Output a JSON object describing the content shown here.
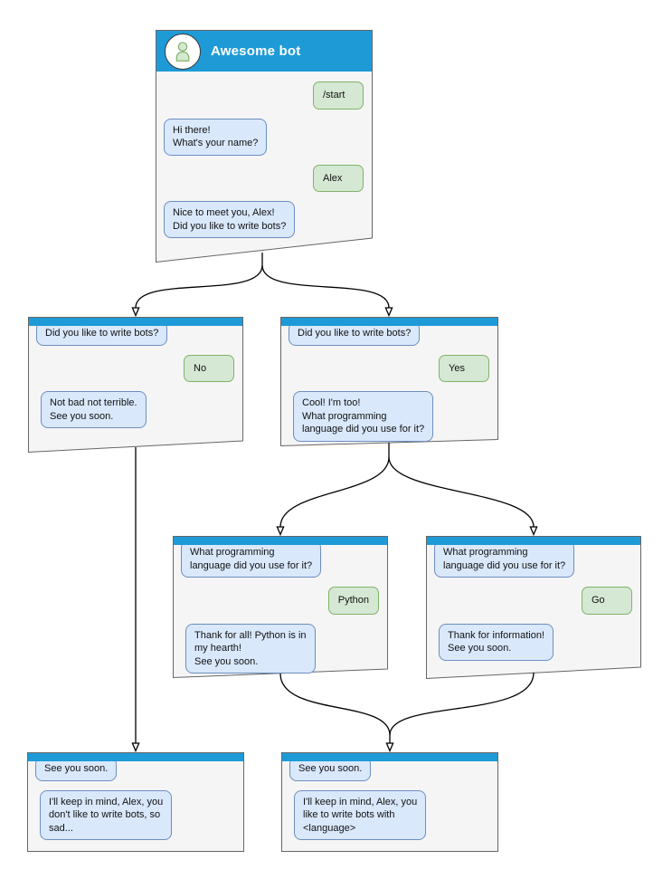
{
  "diagram_title": "Chat bot conversation flowchart",
  "colors": {
    "header_blue": "#1E9BD7",
    "card_fill": "#F5F5F5",
    "card_stroke": "#666666",
    "bot_fill": "#DAE8FC",
    "bot_stroke": "#6C8EBF",
    "user_fill": "#D5E8D4",
    "user_stroke": "#82B366",
    "avatar_fill": "#D5E8D4",
    "avatar_stroke": "#82B366",
    "arrow_color": "#000000"
  },
  "cards": [
    {
      "id": "awesome-bot",
      "title": "Awesome bot",
      "messages": [
        {
          "side": "user",
          "text": "/start"
        },
        {
          "side": "bot",
          "text": "Hi there!\nWhat's your name?"
        },
        {
          "side": "user",
          "text": "Alex"
        },
        {
          "side": "bot",
          "text": "Nice to meet you, Alex!\nDid you like to write bots?"
        }
      ]
    },
    {
      "id": "branch-no",
      "title": "",
      "messages": [
        {
          "side": "bot",
          "text": "Did you like to write bots?"
        },
        {
          "side": "user",
          "text": "No"
        },
        {
          "side": "bot",
          "text": "Not bad not terrible.\nSee you soon."
        }
      ]
    },
    {
      "id": "branch-yes",
      "title": "",
      "messages": [
        {
          "side": "bot",
          "text": "Did you like to write bots?"
        },
        {
          "side": "user",
          "text": "Yes"
        },
        {
          "side": "bot",
          "text": "Cool! I'm too!\nWhat programming\nlanguage did you use for it?"
        }
      ]
    },
    {
      "id": "branch-python",
      "title": "",
      "messages": [
        {
          "side": "bot",
          "text": "What programming\nlanguage did you use for it?"
        },
        {
          "side": "user",
          "text": "Python"
        },
        {
          "side": "bot",
          "text": "Thank for all! Python is in\nmy hearth!\nSee you soon."
        }
      ]
    },
    {
      "id": "branch-go",
      "title": "",
      "messages": [
        {
          "side": "bot",
          "text": "What programming\nlanguage did you use for it?"
        },
        {
          "side": "user",
          "text": "Go"
        },
        {
          "side": "bot",
          "text": "Thank for information!\nSee you soon."
        }
      ]
    },
    {
      "id": "end-no",
      "title": "",
      "messages": [
        {
          "side": "bot",
          "text": "See you soon."
        },
        {
          "side": "bot",
          "text": "I'll keep in mind, Alex, you\ndon't like to write bots, so\nsad..."
        }
      ]
    },
    {
      "id": "end-yes",
      "title": "",
      "messages": [
        {
          "side": "bot",
          "text": "See you soon."
        },
        {
          "side": "bot",
          "text": "I'll keep in mind, Alex, you\nlike to write bots with\n<language>"
        }
      ]
    }
  ],
  "edges": [
    {
      "from": "awesome-bot",
      "to": "branch-no"
    },
    {
      "from": "awesome-bot",
      "to": "branch-yes"
    },
    {
      "from": "branch-yes",
      "to": "branch-python"
    },
    {
      "from": "branch-yes",
      "to": "branch-go"
    },
    {
      "from": "branch-no",
      "to": "end-no"
    },
    {
      "from": "branch-python",
      "to": "end-yes"
    },
    {
      "from": "branch-go",
      "to": "end-yes"
    }
  ]
}
